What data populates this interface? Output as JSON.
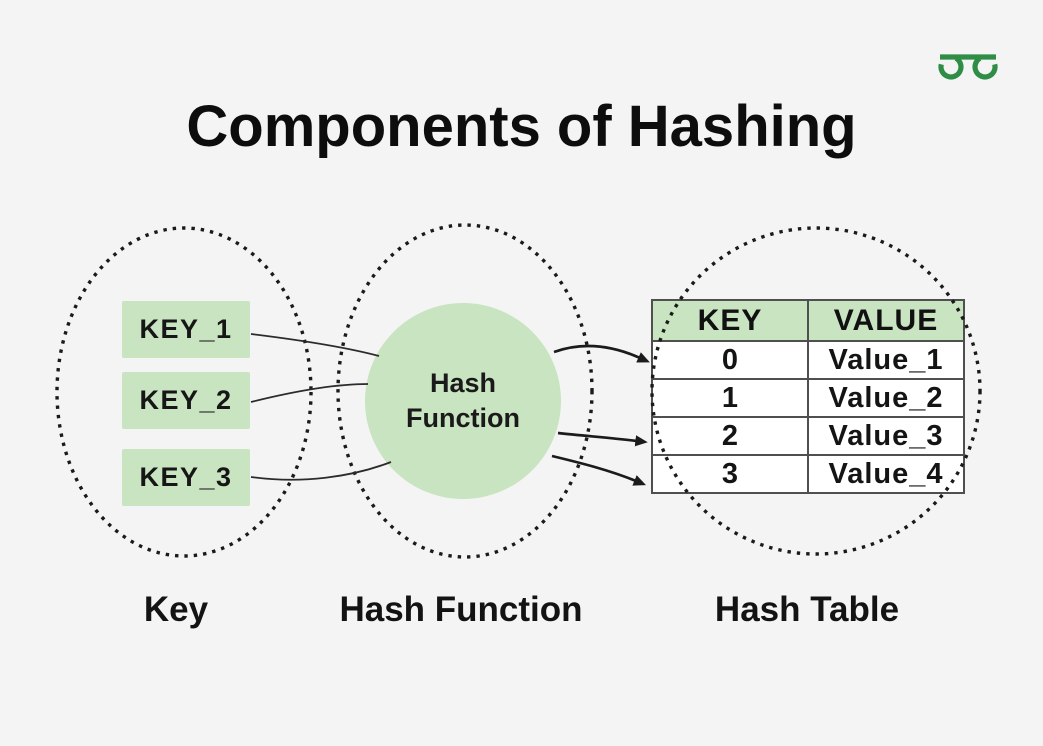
{
  "title": "Components of Hashing",
  "logo": {
    "label": "GeeksforGeeks logo",
    "color": "#2f8d46"
  },
  "colors": {
    "background": "#f4f4f5",
    "green": "#c9e4c1",
    "ink": "#141414",
    "table_border": "#4f4f4f"
  },
  "keys": {
    "caption": "Key",
    "items": [
      "KEY_1",
      "KEY_2",
      "KEY_3"
    ]
  },
  "hash_function": {
    "caption": "Hash Function",
    "circle_line1": "Hash",
    "circle_line2": "Function"
  },
  "hash_table": {
    "caption": "Hash Table",
    "columns": [
      "KEY",
      "VALUE"
    ],
    "rows": [
      [
        "0",
        "Value_1"
      ],
      [
        "1",
        "Value_2"
      ],
      [
        "2",
        "Value_3"
      ],
      [
        "3",
        "Value_4"
      ]
    ]
  }
}
